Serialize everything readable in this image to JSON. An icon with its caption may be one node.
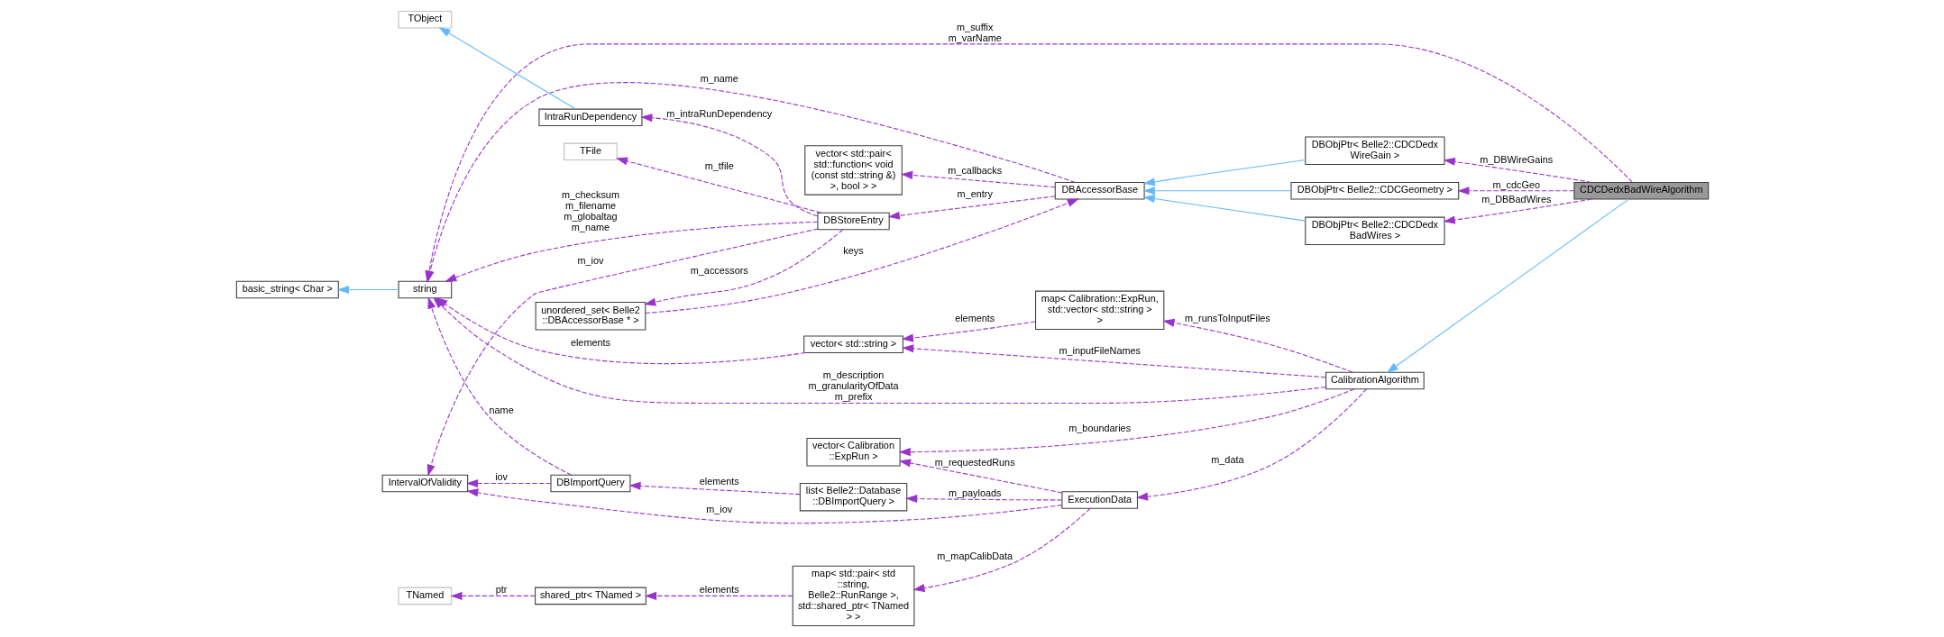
{
  "diagram": {
    "nodes": [
      {
        "text": [
          "CDCDedxBadWireAlgorithm"
        ]
      },
      {
        "text": [
          "DBObjPtr< Belle2::CDCDedx BadWires >"
        ]
      },
      {
        "text": [
          "DBObjPtr< Belle2::CDCDedx WireGain >"
        ]
      },
      {
        "text": [
          "DBObjPtr< Belle2::CDCGeometry >"
        ]
      },
      {
        "text": [
          "DBAccessorBase"
        ]
      },
      {
        "text": [
          "unordered_set< Belle2 ::DBAccessorBase * >"
        ]
      },
      {
        "text": [
          "DBStoreEntry"
        ]
      },
      {
        "text": [
          "TFile"
        ]
      },
      {
        "text": [
          "IntraRunDependency"
        ]
      },
      {
        "text": [
          "TObject"
        ]
      },
      {
        "text": [
          "vector< std::pair< std::function< void (const std::string &) >, bool > >"
        ]
      },
      {
        "text": [
          "string"
        ]
      },
      {
        "text": [
          "basic_string< Char >"
        ]
      },
      {
        "text": [
          "IntervalOfValidity"
        ]
      },
      {
        "text": [
          "vector< std::string >"
        ]
      },
      {
        "text": [
          "map< Calibration::ExpRun, std::vector< std::string > >"
        ]
      },
      {
        "text": [
          "CalibrationAlgorithm"
        ]
      },
      {
        "text": [
          "DBImportQuery"
        ]
      },
      {
        "text": [
          "list< Belle2::Database ::DBImportQuery >"
        ]
      },
      {
        "text": [
          "ExecutionData"
        ]
      },
      {
        "text": [
          "TNamed"
        ]
      },
      {
        "text": [
          "shared_ptr< TNamed >"
        ]
      },
      {
        "text": [
          "map< std::pair< std ::string, Belle2::RunRange >, std::shared_ptr< TNamed > >"
        ]
      },
      {
        "text": [
          "vector< Calibration ::ExpRun >"
        ]
      }
    ],
    "edges": [
      {
        "from": 8,
        "to": 9,
        "arrow": "to",
        "color": "#63b8ff"
      },
      {
        "from": 6,
        "to": 7,
        "arrow": "to",
        "style": "dashed",
        "label": "m_tfile"
      },
      {
        "from": 6,
        "to": 8,
        "arrow": "to",
        "style": "dashed",
        "label": "m_intraRunDependency"
      },
      {
        "from": 6,
        "to": 5,
        "arrow": "to",
        "style": "dashed",
        "label": "m_accessors"
      },
      {
        "from": 4,
        "to": 6,
        "arrow": "to",
        "style": "dashed",
        "label": "m_entry"
      },
      {
        "from": 5,
        "to": 4,
        "arrow": "to",
        "style": "dashed",
        "label": "keys"
      },
      {
        "from": 4,
        "to": 10,
        "arrow": "to",
        "style": "dashed",
        "label": "m_callbacks"
      },
      {
        "from": 6,
        "to": 11,
        "arrow": "to",
        "style": "dashed",
        "label": "m_checksum m_filename m_globaltag m_name"
      },
      {
        "from": 4,
        "to": 11,
        "arrow": "to",
        "style": "dashed",
        "label": "m_name"
      },
      {
        "from": 6,
        "to": 13,
        "arrow": "to",
        "style": "dashed",
        "label": "m_iov"
      },
      {
        "from": 1,
        "to": 4,
        "arrow": "to",
        "color": "#63b8ff"
      },
      {
        "from": 2,
        "to": 4,
        "arrow": "to",
        "color": "#63b8ff"
      },
      {
        "from": 3,
        "to": 4,
        "arrow": "to",
        "color": "#63b8ff"
      },
      {
        "from": 0,
        "to": 1,
        "arrow": "to",
        "style": "dashed",
        "label": "m_DBBadWires"
      },
      {
        "from": 0,
        "to": 2,
        "arrow": "to",
        "style": "dashed",
        "label": "m_DBWireGains"
      },
      {
        "from": 0,
        "to": 3,
        "arrow": "to",
        "style": "dashed",
        "label": "m_cdcGeo"
      },
      {
        "from": 0,
        "to": 11,
        "arrow": "to",
        "style": "dashed",
        "label": "m_suffix m_varName"
      },
      {
        "from": 0,
        "to": 16,
        "arrow": "to",
        "color": "#63b8ff"
      },
      {
        "from": 11,
        "to": 12,
        "arrow": "to",
        "color": "#63b8ff"
      },
      {
        "from": 14,
        "to": 11,
        "arrow": "to",
        "style": "dashed",
        "label": "elements"
      },
      {
        "from": 15,
        "to": 14,
        "arrow": "to",
        "style": "dashed",
        "label": "elements"
      },
      {
        "from": 16,
        "to": 15,
        "arrow": "to",
        "style": "dashed",
        "label": "m_runsToInputFiles"
      },
      {
        "from": 16,
        "to": 14,
        "arrow": "to",
        "style": "dashed",
        "label": "m_inputFileNames"
      },
      {
        "from": 16,
        "to": 11,
        "arrow": "to",
        "style": "dashed",
        "label": "m_description m_granularityOfData m_prefix"
      },
      {
        "from": 16,
        "to": 19,
        "arrow": "to",
        "style": "dashed",
        "label": "m_data"
      },
      {
        "from": 16,
        "to": 23,
        "arrow": "to",
        "style": "dashed",
        "label": "m_boundaries"
      },
      {
        "from": 17,
        "to": 11,
        "arrow": "to",
        "style": "dashed",
        "label": "name"
      },
      {
        "from": 17,
        "to": 13,
        "arrow": "to",
        "style": "dashed",
        "label": "iov"
      },
      {
        "from": 18,
        "to": 17,
        "arrow": "to",
        "style": "dashed",
        "label": "elements"
      },
      {
        "from": 19,
        "to": 18,
        "arrow": "to",
        "style": "dashed",
        "label": "m_payloads"
      },
      {
        "from": 19,
        "to": 13,
        "arrow": "to",
        "style": "dashed",
        "label": "m_iov"
      },
      {
        "from": 19,
        "to": 22,
        "arrow": "to",
        "style": "dashed",
        "label": "m_mapCalibData"
      },
      {
        "from": 19,
        "to": 23,
        "arrow": "to",
        "style": "dashed",
        "label": "m_requestedRuns"
      },
      {
        "from": 22,
        "to": 21,
        "arrow": "to",
        "style": "dashed",
        "label": "elements"
      },
      {
        "from": 21,
        "to": 20,
        "arrow": "to",
        "style": "dashed",
        "label": "ptr"
      }
    ]
  }
}
